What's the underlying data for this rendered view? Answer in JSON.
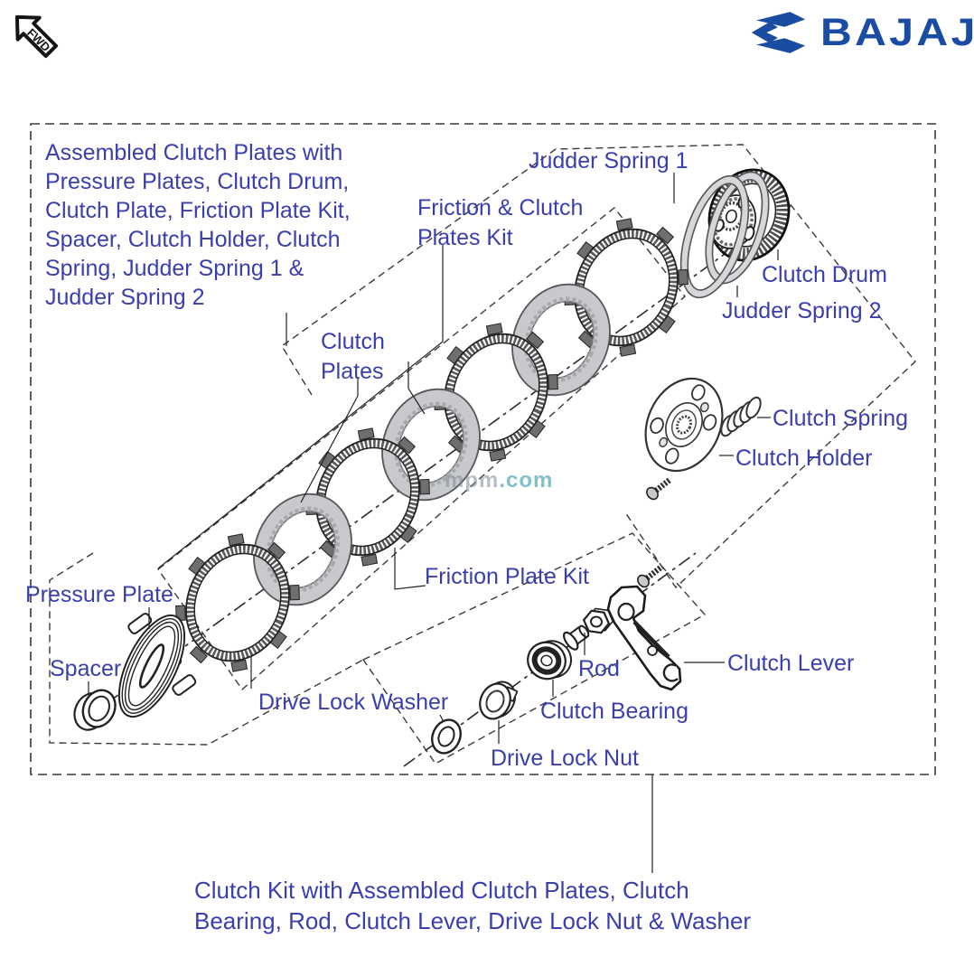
{
  "header": {
    "fwd_stamp": "FWD",
    "brand": "BAJAJ"
  },
  "watermark": {
    "left": "mpm",
    "right": ".com"
  },
  "callouts": {
    "assembled_note": {
      "lines": [
        "Assembled Clutch Plates with",
        "Pressure Plates, Clutch Drum,",
        "Clutch Plate, Friction Plate Kit,",
        "Spacer, Clutch Holder, Clutch",
        "Spring, Judder Spring 1 &",
        "Judder Spring 2"
      ]
    },
    "judder_spring_1": "Judder Spring 1",
    "friction_clutch_plates_kit": {
      "lines": [
        "Friction & Clutch",
        "Plates Kit"
      ]
    },
    "clutch_drum": "Clutch Drum",
    "judder_spring_2": "Judder Spring 2",
    "clutch_plates": {
      "lines": [
        "Clutch",
        "Plates"
      ]
    },
    "clutch_spring": "Clutch Spring",
    "clutch_holder": "Clutch Holder",
    "friction_plate_kit": "Friction Plate Kit",
    "pressure_plate": "Pressure Plate",
    "spacer": "Spacer",
    "drive_lock_washer": "Drive Lock Washer",
    "rod": "Rod",
    "clutch_bearing": "Clutch Bearing",
    "clutch_lever": "Clutch Lever",
    "drive_lock_nut": "Drive Lock Nut",
    "clutch_kit_note": {
      "lines": [
        "Clutch Kit with Assembled Clutch Plates, Clutch",
        "Bearing, Rod, Clutch Lever, Drive Lock Nut & Washer"
      ]
    }
  },
  "colors": {
    "label_blue": "#3b3ead",
    "brand_blue": "#1b4ca3",
    "line_dark": "#333333"
  }
}
